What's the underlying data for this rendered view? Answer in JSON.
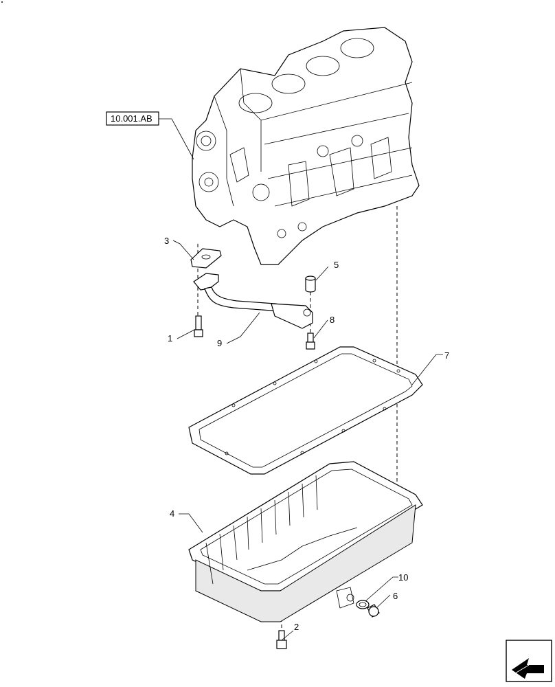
{
  "diagram": {
    "reference_box": {
      "label": "10.001.AB"
    },
    "callouts": [
      {
        "id": "c1",
        "label": "1"
      },
      {
        "id": "c2",
        "label": "2"
      },
      {
        "id": "c3",
        "label": "3"
      },
      {
        "id": "c4",
        "label": "4"
      },
      {
        "id": "c5",
        "label": "5"
      },
      {
        "id": "c6",
        "label": "6"
      },
      {
        "id": "c7",
        "label": "7"
      },
      {
        "id": "c8",
        "label": "8"
      },
      {
        "id": "c9",
        "label": "9"
      },
      {
        "id": "c10",
        "label": "10"
      }
    ],
    "nav_icon": "arrow-navigation-icon"
  }
}
